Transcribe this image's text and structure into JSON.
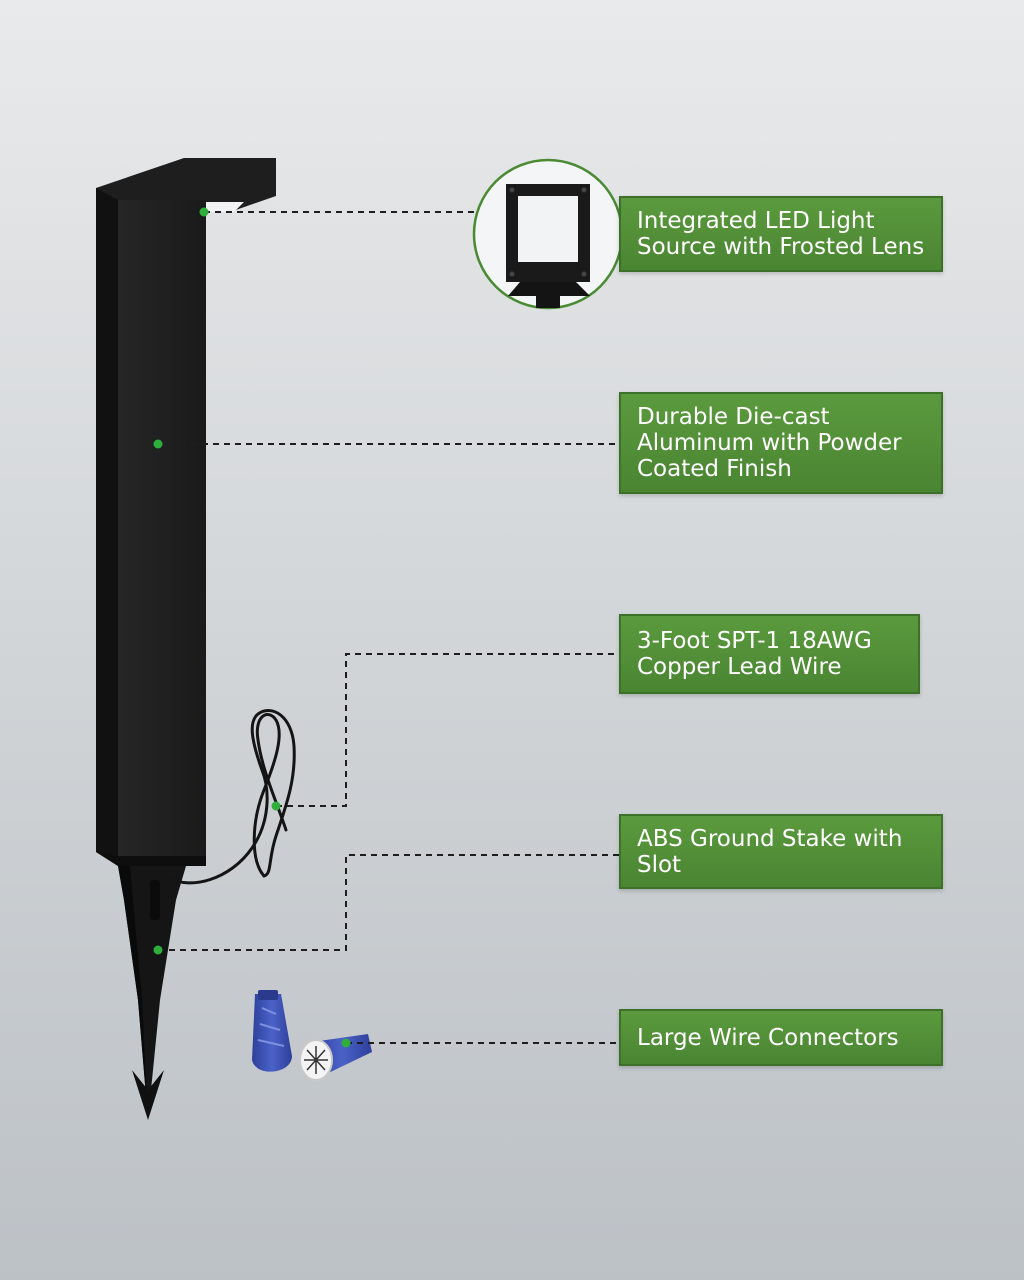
{
  "callouts": [
    {
      "lines": [
        "Integrated LED Light",
        "Source with Frosted Lens"
      ]
    },
    {
      "lines": [
        "Durable Die-cast",
        "Aluminum with Powder",
        "Coated Finish"
      ]
    },
    {
      "lines": [
        "3-Foot SPT-1 18AWG",
        "Copper Lead Wire"
      ]
    },
    {
      "lines": [
        "ABS Ground Stake with",
        "Slot"
      ]
    },
    {
      "lines": [
        "Large Wire Connectors"
      ]
    }
  ],
  "colors": {
    "label_green": "#4e8b35",
    "marker_green": "#2fae3c",
    "fixture_black": "#1c1c1c",
    "connector_blue": "#3a4fb0"
  }
}
